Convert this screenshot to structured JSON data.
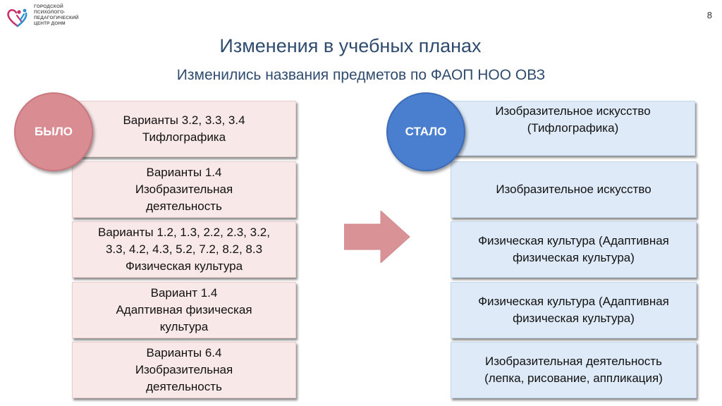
{
  "logo": {
    "lines": [
      "ГОРОДСКОЙ",
      "ПСИХОЛОГО-",
      "ПЕДАГОГИЧЕСКИЙ",
      "ЦЕНТР ДОНМ"
    ],
    "icon": "heart-figures-icon"
  },
  "page_number": "8",
  "title": "Изменения в учебных планах",
  "subtitle": "Изменились названия предметов по ФАОП НОО ОВЗ",
  "was_label": "БЫЛО",
  "now_label": "СТАЛО",
  "was_items": [
    "Варианты 3.2, 3.3, 3.4\nТифлографика",
    "Варианты 1.4\nИзобразительная\nдеятельность",
    "Варианты 1.2, 1.3, 2.2, 2.3, 3.2,\n3.3, 4.2, 4.3, 5.2, 7.2, 8.2, 8.3\nФизическая культура",
    "Вариант 1.4\nАдаптивная физическая\nкультура",
    "Варианты 6.4\nИзобразительная\nдеятельность"
  ],
  "now_items": [
    "Изобразительное искусство\n(Тифлографика)",
    "Изобразительное искусство",
    "Физическая культура (Адаптивная\nфизическая культура)",
    "Физическая культура (Адаптивная\nфизическая культура)",
    "Изобразительная деятельность\n(лепка, рисование, аппликация)"
  ],
  "colors": {
    "title": "#2f4b6e",
    "was_circle": "#d98d93",
    "now_circle": "#4a7ecf",
    "was_box": "#f9e8e8",
    "now_box": "#deeaf7",
    "arrow": "#d99396"
  }
}
